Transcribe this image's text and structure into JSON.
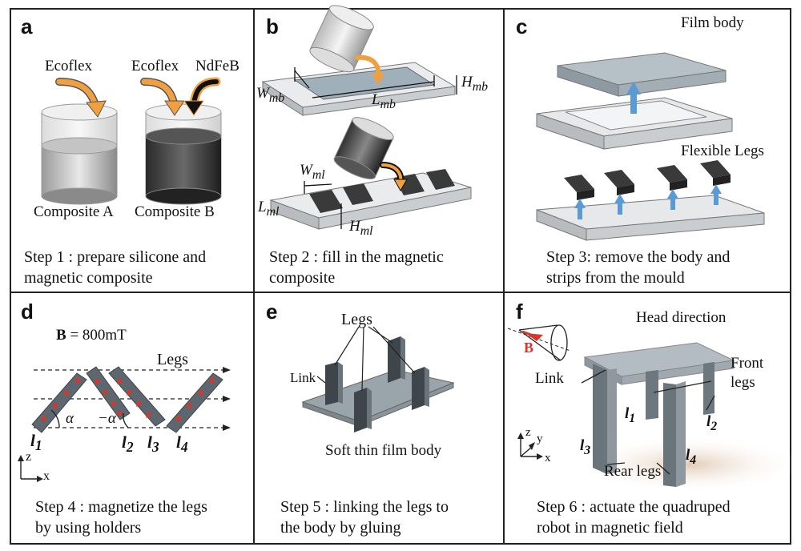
{
  "panels": {
    "a": {
      "label": "a",
      "ecoflex_1": "Ecoflex",
      "ecoflex_2": "Ecoflex",
      "ndfeb": "NdFeB",
      "composite_a": "Composite A",
      "composite_b": "Composite B",
      "caption_line1": "Step 1 : prepare silicone and",
      "caption_line2": "magnetic composite"
    },
    "b": {
      "label": "b",
      "w_mb": "W",
      "w_mb_sub": "mb",
      "l_mb": "L",
      "l_mb_sub": "mb",
      "h_mb": "H",
      "h_mb_sub": "mb",
      "w_ml": "W",
      "w_ml_sub": "ml",
      "l_ml": "L",
      "l_ml_sub": "ml",
      "h_ml": "H",
      "h_ml_sub": "ml",
      "caption_line1": "Step 2 : fill in the  magnetic",
      "caption_line2": "composite"
    },
    "c": {
      "label": "c",
      "film_body": "Film body",
      "flexible_legs": "Flexible Legs",
      "caption_line1": "Step 3: remove the body and",
      "caption_line2": "strips from the mould"
    },
    "d": {
      "label": "d",
      "field_b": "B",
      "field_value": " = 800mT",
      "legs": "Legs",
      "alpha": "α",
      "neg_alpha": "−α",
      "l": "l",
      "l1_sub": "1",
      "l2_sub": "2",
      "l3_sub": "3",
      "l4_sub": "4",
      "axis_z": "z",
      "axis_x": "x",
      "caption_line1": "Step 4 : magnetize the legs",
      "caption_line2": "by using holders"
    },
    "e": {
      "label": "e",
      "legs": "Legs",
      "link": "Link",
      "body": "Soft thin film body",
      "caption_line1": "Step 5 : linking the legs to",
      "caption_line2": "the body by gluing"
    },
    "f": {
      "label": "f",
      "head_direction": "Head direction",
      "field_b": "B",
      "link": "Link",
      "front_legs_1": "Front",
      "front_legs_2": "legs",
      "rear_legs": "Rear legs",
      "l": "l",
      "l1_sub": "1",
      "l2_sub": "2",
      "l3_sub": "3",
      "l4_sub": "4",
      "axis_z": "z",
      "axis_y": "y",
      "axis_x": "x",
      "caption_line1": "Step 6 : actuate the quadruped",
      "caption_line2": "robot in magnetic field"
    }
  },
  "colors": {
    "orange_arrow": "#f0a040",
    "black_arrow": "#111111",
    "blue_arrow": "#5a9bd5",
    "leg_red_arrow": "#d9352b",
    "leg_gray": "#5c6770",
    "mould_gray": "#d4d7da"
  }
}
